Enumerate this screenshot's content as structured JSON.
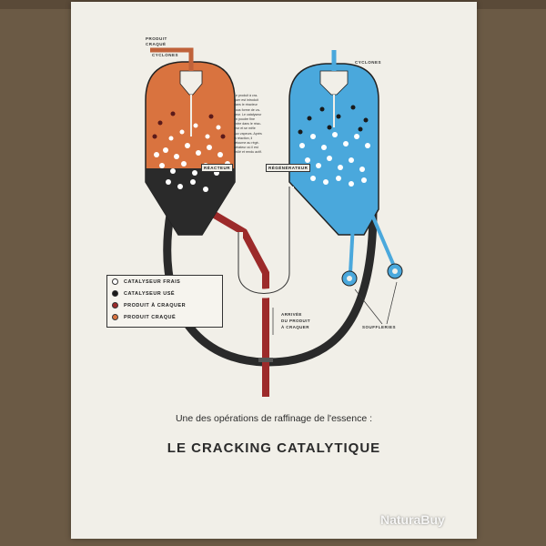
{
  "legend": {
    "items": [
      {
        "label": "CATALYSEUR FRAIS",
        "color": "#ffffff"
      },
      {
        "label": "CATALYSEUR USÉ",
        "color": "#1a1a1a"
      },
      {
        "label": "PRODUIT À CRAQUER",
        "color": "#9c2a2a"
      },
      {
        "label": "PRODUIT CRAQUÉ",
        "color": "#d9733f"
      }
    ]
  },
  "labels": {
    "produit_craque": "PRODUIT CRAQUÉ",
    "cyclones_left": "CYCLONES",
    "cyclones_right": "CYCLONES",
    "reacteur": "RÉACTEUR",
    "regenerateur": "RÉGÉNÉRATEUR",
    "arrivee": "ARRIVÉE\nDU PRODUIT\nÀ CRAQUER",
    "souffleries": "SOUFFLERIES"
  },
  "paragraph": "Le produit à cra-\nquer est introduit\ndans le réacteur\nsous forme de va-\npeur. Le catalyseur\nen poudre fine\nentre dans le réac-\nteur et se mêle\naux vapeurs. Après\nla réaction, il\nretourne au régé-\nnérateur où il est\nbrûlé et rendu actif.",
  "caption": {
    "subtitle": "Une des opérations de raffinage de l'essence :",
    "title": "LE CRACKING CATALYTIQUE"
  },
  "watermark": "NaturaBuy",
  "colors": {
    "reactor_fill": "#d9733f",
    "regenerator_fill": "#4aa8dc",
    "pipe_dark": "#2a2a2a",
    "pipe_red": "#9c2a2a",
    "paper": "#f1efe8"
  }
}
